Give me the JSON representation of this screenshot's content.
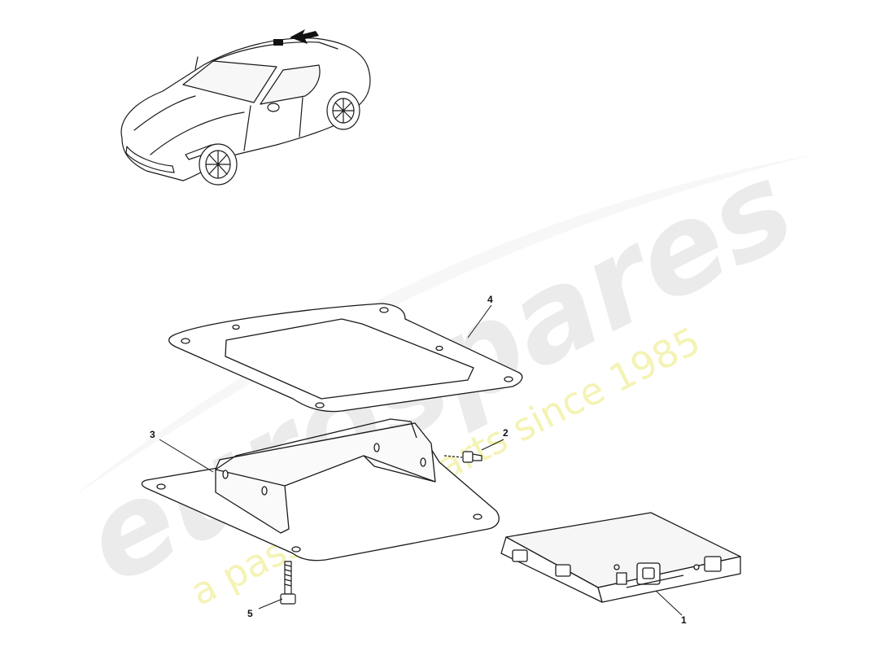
{
  "watermark": {
    "brand": "eurospares",
    "tagline": "a passion for parts since 1985"
  },
  "callouts": [
    {
      "id": "part-1",
      "label": "1"
    },
    {
      "id": "part-2",
      "label": "2"
    },
    {
      "id": "part-3",
      "label": "3"
    },
    {
      "id": "part-4",
      "label": "4"
    },
    {
      "id": "part-5",
      "label": "5"
    }
  ],
  "colors": {
    "line": "#1a1a1a",
    "watermark_main": "#ebebeb",
    "watermark_tag": "#f4f3b4",
    "background": "#ffffff"
  }
}
